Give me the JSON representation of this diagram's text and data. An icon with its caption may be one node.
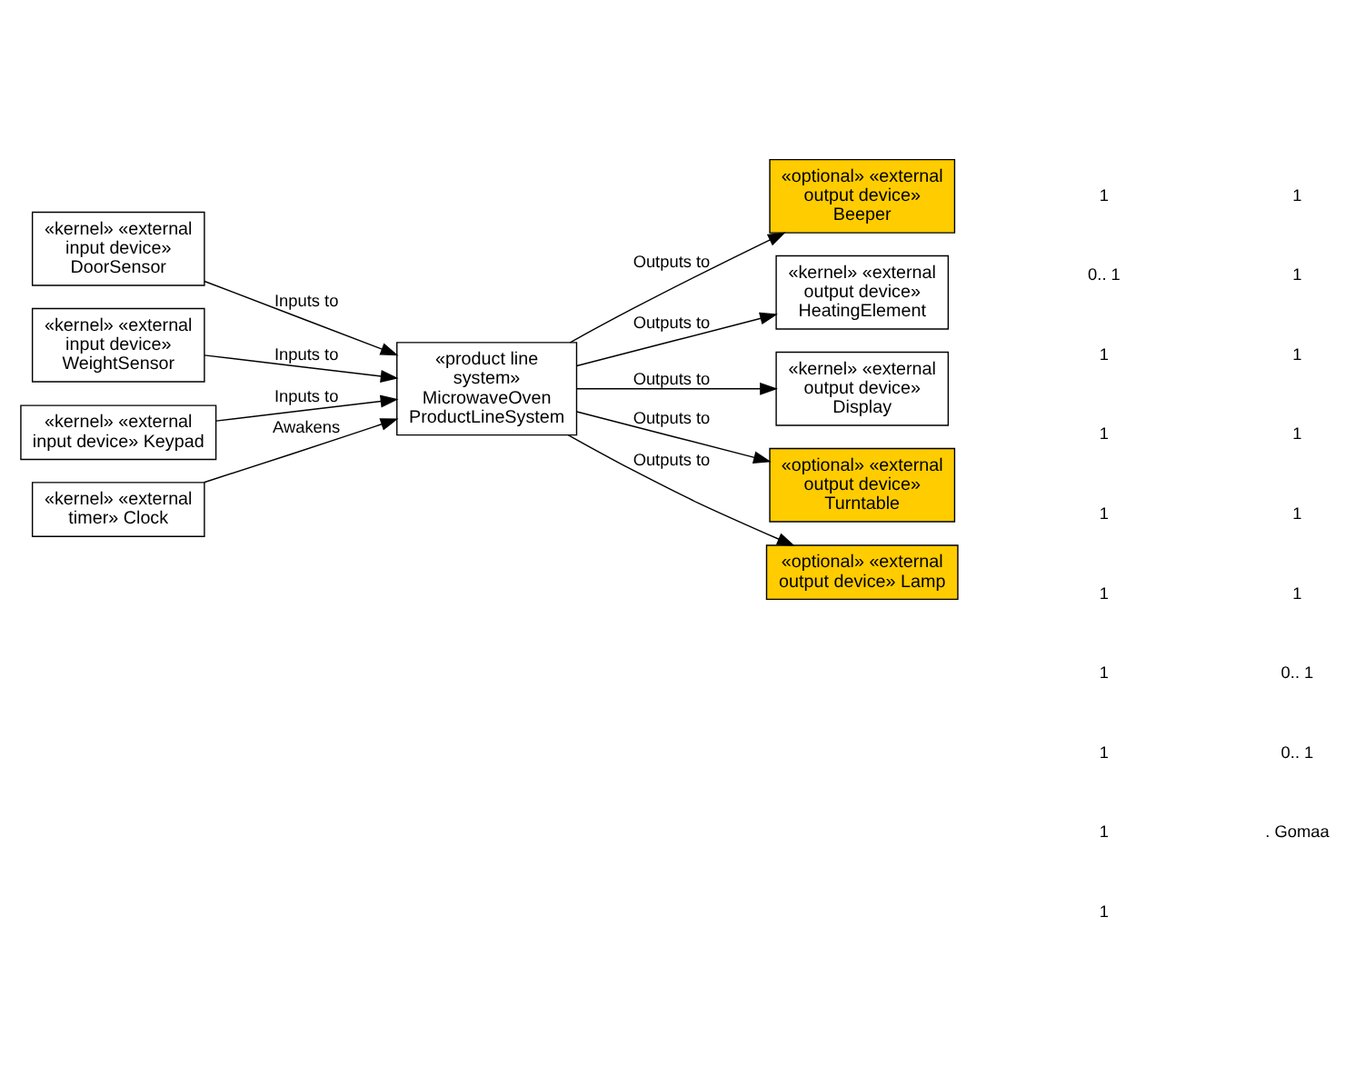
{
  "diagram": {
    "nodes": [
      {
        "text": [
          "«kernel» «external input device» DoorSensor"
        ]
      },
      {
        "text": [
          "«kernel» «external input device» WeightSensor"
        ]
      },
      {
        "text": [
          "«kernel» «external input device» Keypad"
        ]
      },
      {
        "text": [
          "«kernel» «external timer» Clock"
        ]
      },
      {
        "text": [
          "«product line system» MicrowaveOven ProductLineSystem"
        ]
      },
      {
        "text": [
          "«optional» «external output device» Beeper"
        ]
      },
      {
        "text": [
          "«kernel» «external output device» HeatingElement"
        ]
      },
      {
        "text": [
          "«kernel» «external output device» Display"
        ]
      },
      {
        "text": [
          "«optional» «external output device» Turntable"
        ]
      },
      {
        "text": [
          "«optional» «external output device» Lamp"
        ]
      }
    ],
    "edges": [
      {
        "from": 0,
        "to": 4,
        "arrow": "to",
        "label": "Inputs to"
      },
      {
        "from": 1,
        "to": 4,
        "arrow": "to",
        "label": "Inputs to"
      },
      {
        "from": 2,
        "to": 4,
        "arrow": "to",
        "label": "Inputs to"
      },
      {
        "from": 3,
        "to": 4,
        "arrow": "to",
        "label": "Awakens"
      },
      {
        "from": 4,
        "to": 5,
        "arrow": "to",
        "label": "Outputs to"
      },
      {
        "from": 4,
        "to": 6,
        "arrow": "to",
        "label": "Outputs to"
      },
      {
        "from": 4,
        "to": 7,
        "arrow": "to",
        "label": "Outputs to"
      },
      {
        "from": 4,
        "to": 8,
        "arrow": "to",
        "label": "Outputs to"
      },
      {
        "from": 4,
        "to": 9,
        "arrow": "to",
        "label": "Outputs to"
      }
    ],
    "labels": [
      "1",
      "0.. 1",
      "1",
      "1",
      "1",
      "1",
      "1",
      "1",
      "1",
      "1",
      "1",
      "1",
      "1",
      "1",
      "1",
      "1",
      "0.. 1",
      "0.. 1",
      ". Gomaa"
    ]
  }
}
